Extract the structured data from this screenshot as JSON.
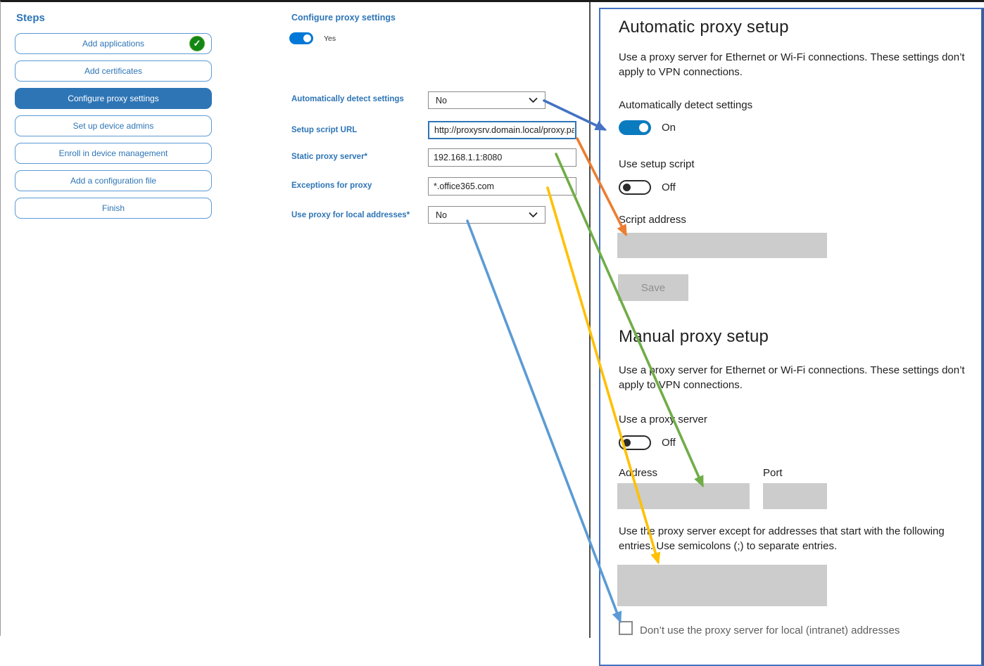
{
  "sidebar": {
    "title": "Steps",
    "items": [
      {
        "label": "Add applications",
        "completed": true,
        "active": false
      },
      {
        "label": "Add certificates",
        "completed": false,
        "active": false
      },
      {
        "label": "Configure proxy settings",
        "completed": false,
        "active": true
      },
      {
        "label": "Set up device admins",
        "completed": false,
        "active": false
      },
      {
        "label": "Enroll in device management",
        "completed": false,
        "active": false
      },
      {
        "label": "Add a configuration file",
        "completed": false,
        "active": false
      },
      {
        "label": "Finish",
        "completed": false,
        "active": false
      }
    ]
  },
  "wizard": {
    "title": "Configure proxy settings",
    "enabled_state": "Yes",
    "fields": [
      {
        "label": "Automatically detect settings",
        "type": "select",
        "value": "No"
      },
      {
        "label": "Setup script URL",
        "type": "text",
        "value": "http://proxysrv.domain.local/proxy.pa"
      },
      {
        "label": "Static proxy server*",
        "type": "text",
        "value": "192.168.1.1:8080"
      },
      {
        "label": "Exceptions for proxy",
        "type": "text",
        "value": "*.office365.com"
      },
      {
        "label": "Use proxy for local addresses*",
        "type": "select",
        "value": "No"
      }
    ]
  },
  "panel": {
    "automatic": {
      "title": "Automatic proxy setup",
      "description": "Use a proxy server for Ethernet or Wi-Fi connections. These settings don’t apply to VPN connections.",
      "detect_label": "Automatically detect settings",
      "detect_state": "On",
      "script_toggle_label": "Use setup script",
      "script_toggle_state": "Off",
      "script_address_label": "Script address",
      "script_address_value": "",
      "save_label": "Save"
    },
    "manual": {
      "title": "Manual proxy setup",
      "description": "Use a proxy server for Ethernet or Wi-Fi connections. These settings don’t apply to VPN connections.",
      "toggle_label": "Use a proxy server",
      "toggle_state": "Off",
      "address_label": "Address",
      "address_value": "",
      "port_label": "Port",
      "port_value": "",
      "exceptions_hint": "Use the proxy server except for addresses that start with the following entries. Use semicolons (;) to separate entries.",
      "exceptions_value": "",
      "local_checkbox_label": "Don’t use the proxy server for local (intranet) addresses",
      "local_checkbox_checked": false
    }
  },
  "icons": {
    "completed_check": "✓"
  },
  "colors": {
    "accent_blue": "#2E75B6",
    "button_border_blue": "#5B9BD5",
    "toggle_on_blue": "#0078D7",
    "completed_green": "#128712",
    "panel_border_blue": "#4472C4",
    "disabled_gray": "#cccccc"
  },
  "arrows": [
    {
      "name": "detect-settings-mapping",
      "color": "#4472C4"
    },
    {
      "name": "setup-script-mapping",
      "color": "#ED7D31"
    },
    {
      "name": "static-proxy-mapping",
      "color": "#70AD47"
    },
    {
      "name": "exceptions-mapping",
      "color": "#FFC000"
    },
    {
      "name": "local-addresses-mapping",
      "color": "#5B9BD5"
    }
  ]
}
